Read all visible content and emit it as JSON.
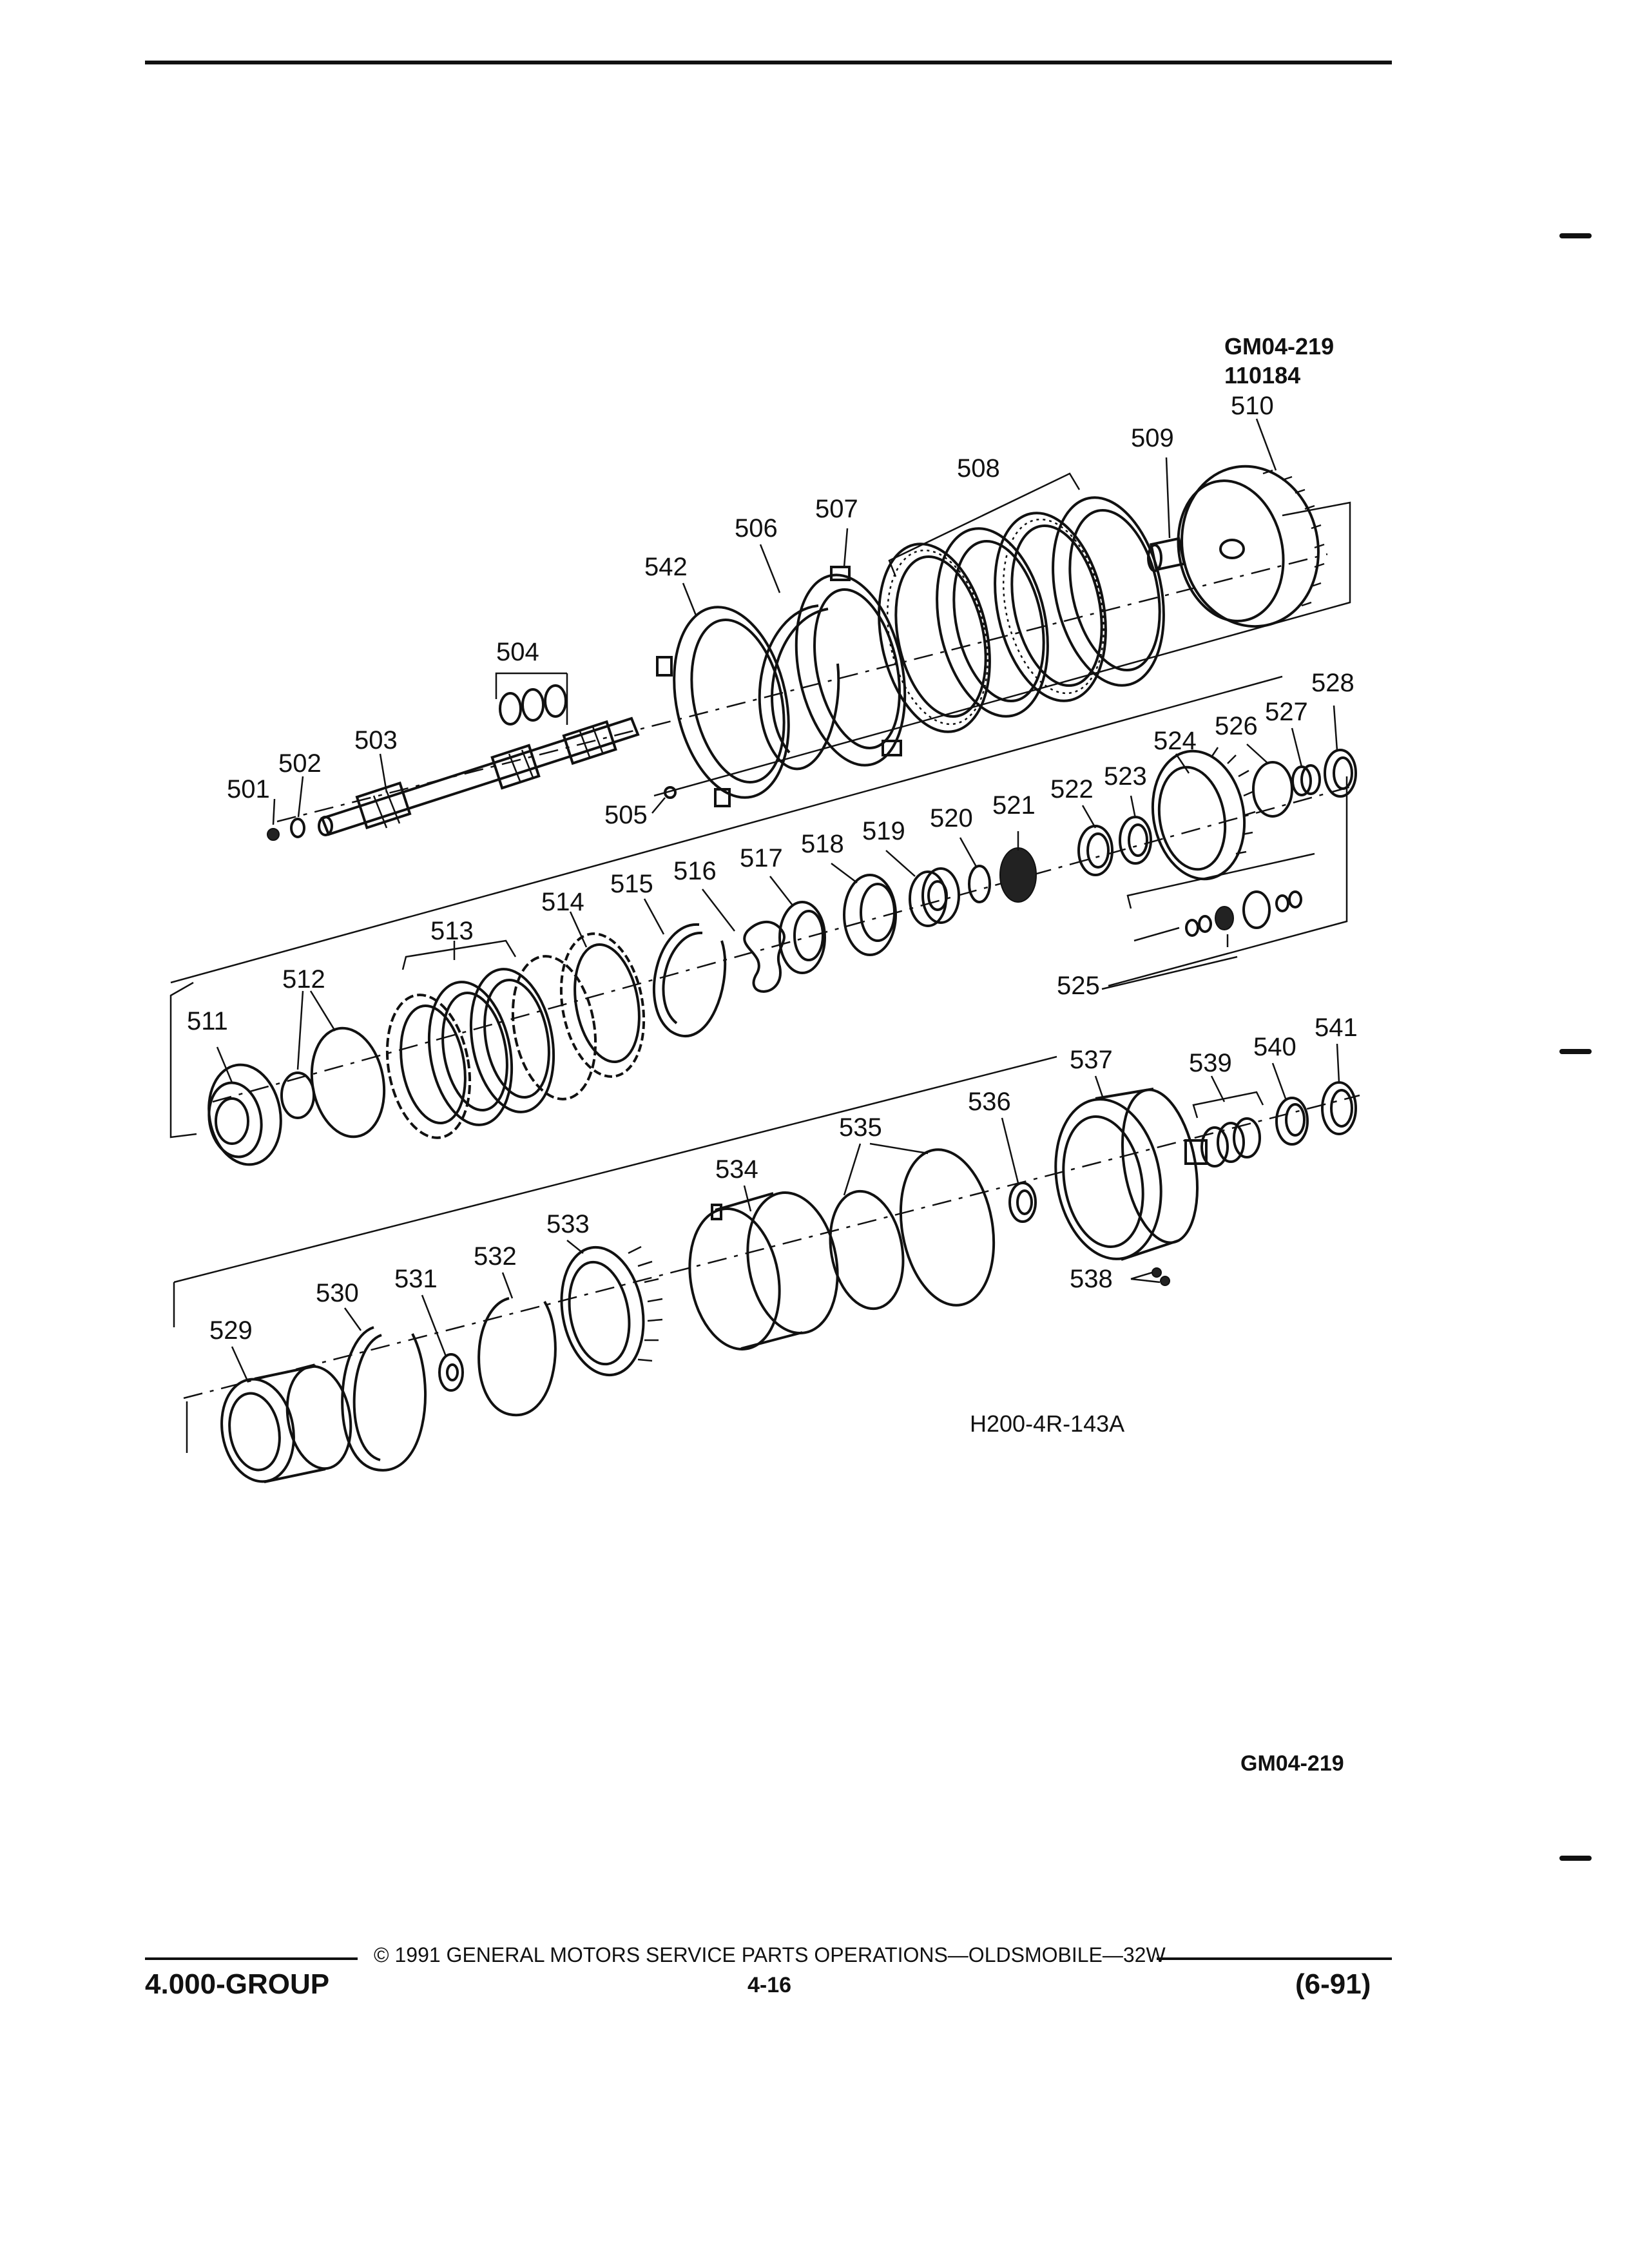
{
  "header": {
    "ref_code_top": "GM04-219",
    "ref_number_top": "110184"
  },
  "diagram": {
    "drawing_id": "H200-4R-143A",
    "part_labels": [
      "501",
      "502",
      "503",
      "504",
      "505",
      "506",
      "507",
      "508",
      "509",
      "510",
      "511",
      "512",
      "513",
      "514",
      "515",
      "516",
      "517",
      "518",
      "519",
      "520",
      "521",
      "522",
      "523",
      "524",
      "525",
      "526",
      "527",
      "528",
      "529",
      "530",
      "531",
      "532",
      "533",
      "534",
      "535",
      "536",
      "537",
      "538",
      "539",
      "540",
      "541",
      "542"
    ]
  },
  "footer": {
    "ref_code_bottom": "GM04-219",
    "copyright": "© 1991 GENERAL MOTORS SERVICE PARTS OPERATIONS—OLDSMOBILE—32W",
    "group": "4.000-GROUP",
    "page_number": "4-16",
    "date": "(6-91)"
  }
}
